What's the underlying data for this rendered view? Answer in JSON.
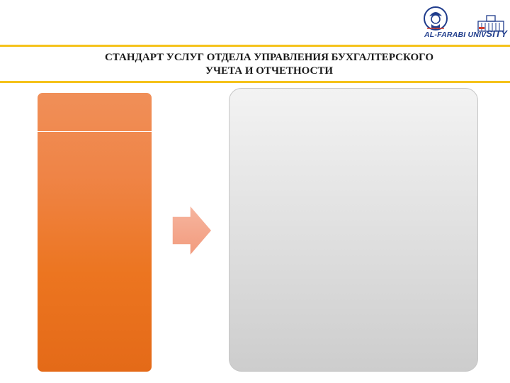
{
  "logo": {
    "text_left": "AL-FARABI UNIV",
    "text_right": "SITY"
  },
  "slide": {
    "title_line1": "СТАНДАРТ УСЛУГ ОТДЕЛА УПРАВЛЕНИЯ БУХГАЛТЕРСКОГО",
    "title_line2": "УЧЕТА И ОТЧЕТНОСТИ"
  },
  "colors": {
    "accent_rule": "#f5c21a",
    "orange_panel": "#ec7520",
    "arrow_fill": "#f4a48a",
    "gray_panel": "#dcdcdc",
    "logo_blue": "#1f3c8c"
  },
  "icons": {
    "logo_emblem": "portrait-emblem-icon",
    "logo_building": "building-icon",
    "arrow": "right-arrow-icon"
  }
}
